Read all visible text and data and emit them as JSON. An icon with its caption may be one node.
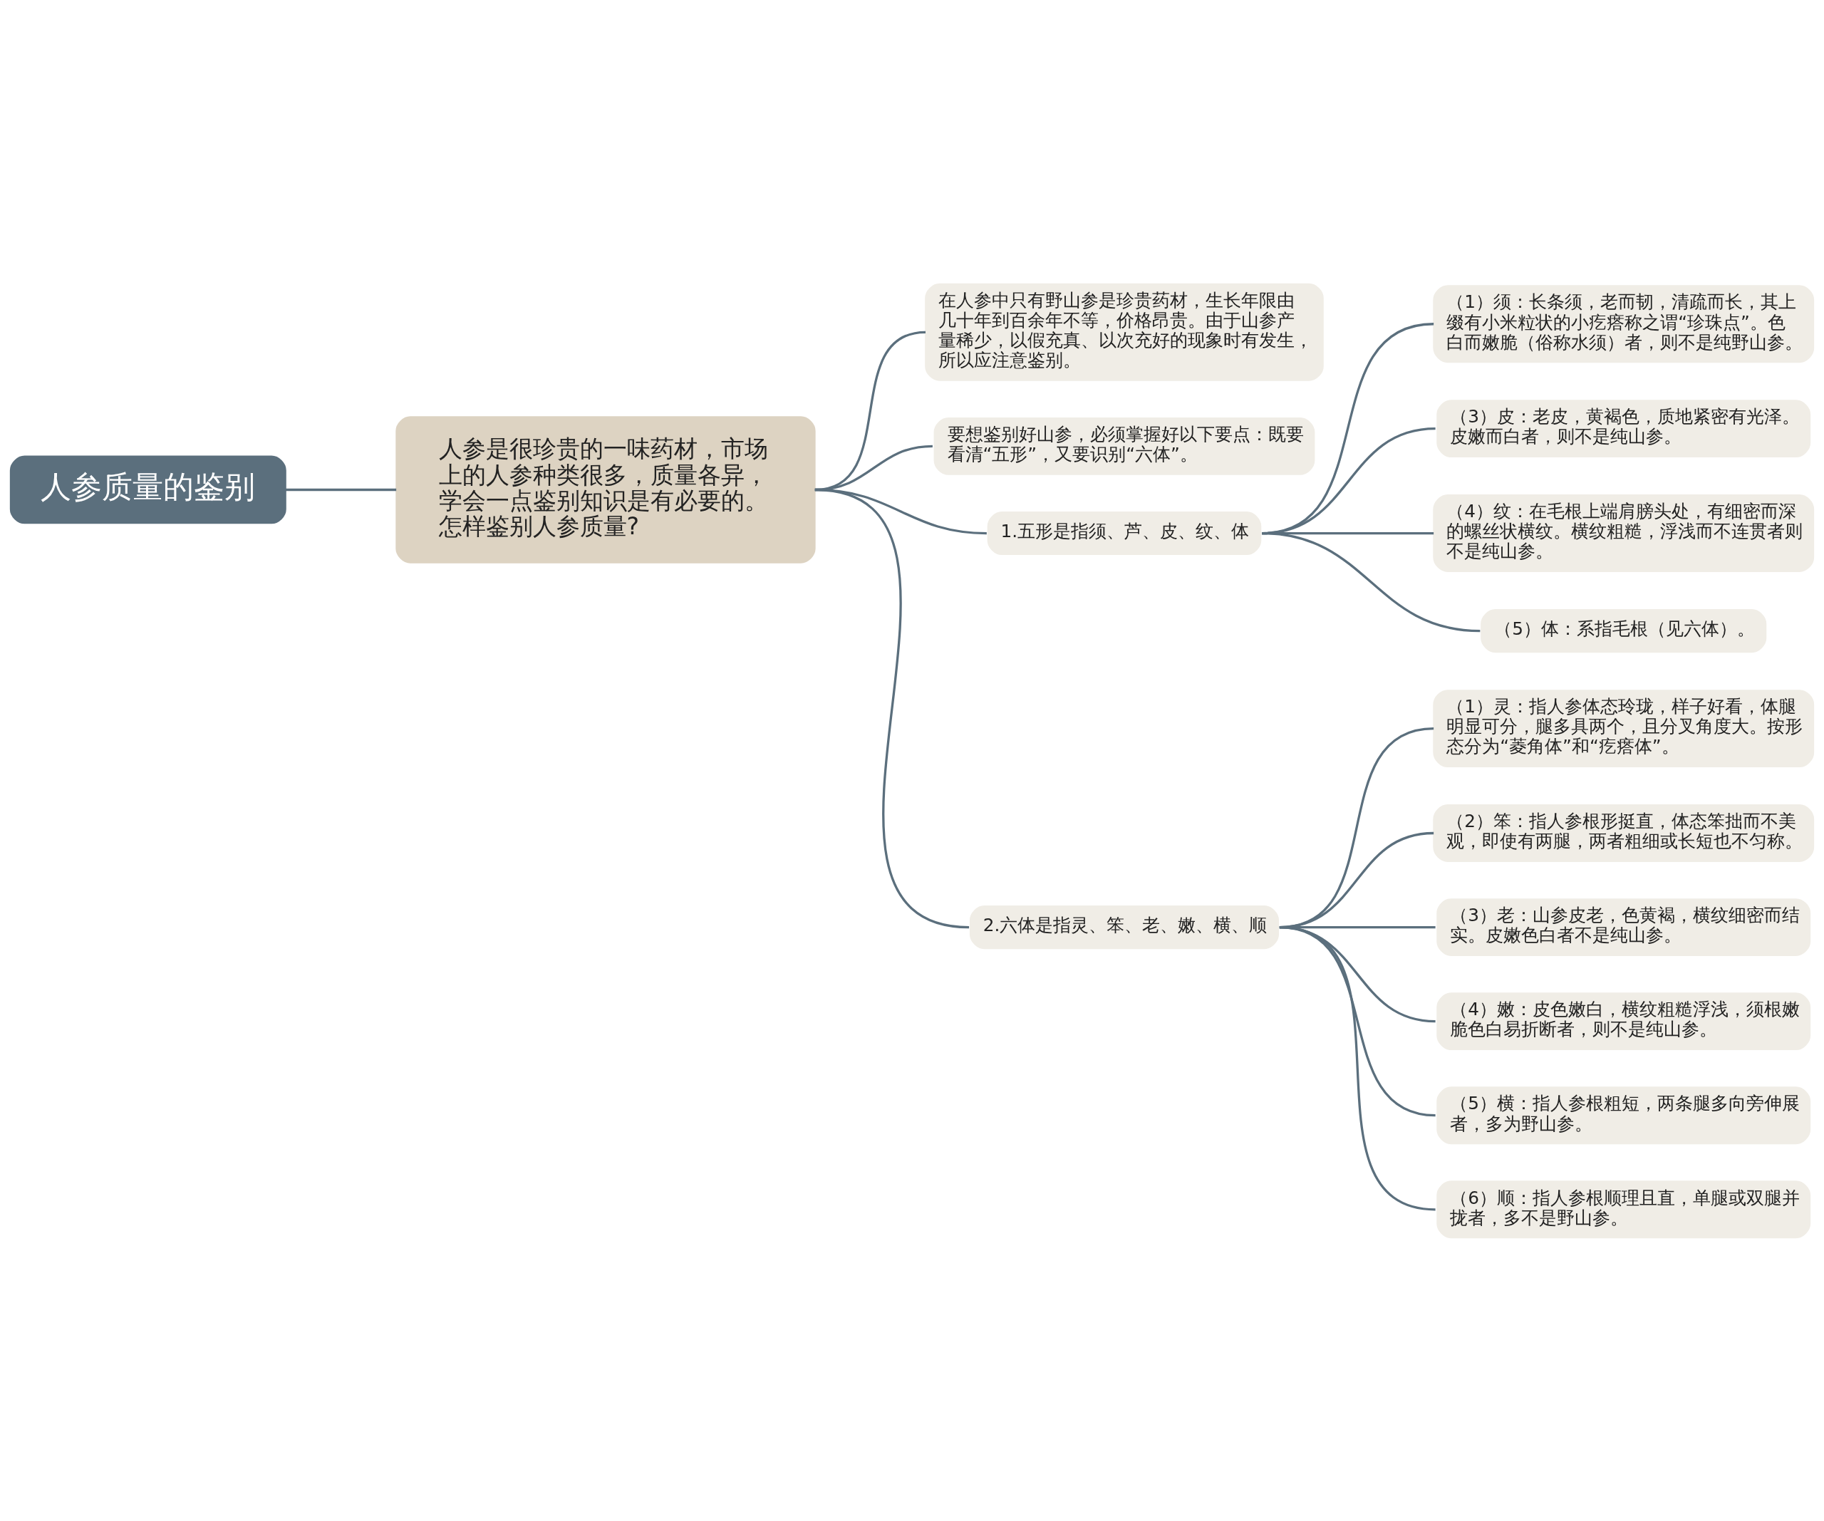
{
  "diagram": {
    "nodes": [
      {
        "text": [
          "人参质量的鉴别"
        ]
      },
      {
        "text": [
          "人参是很珍贵的一味药材，市场上的人参种类很多，质量各异，学会一点鉴别知识是有必要的。怎样鉴别人参质量?"
        ]
      },
      {
        "text": [
          "在人参中只有野山参是珍贵药材，生长年限由几十年到百余年不等，价格昂贵。由于山参产量稀少，以假充真、以次充好的现象时有发生，所以应注意鉴别。"
        ]
      },
      {
        "text": [
          "要想鉴别好山参，必须掌握好以下要点：既要看清“五形”，又要识别“六体”。"
        ]
      },
      {
        "text": [
          "1.五形是指须、芦、皮、纹、体"
        ]
      },
      {
        "text": [
          "（1）须：长条须，老而韧，清疏而长，其上缀有小米粒状的小疙瘩称之谓“珍珠点”。色白而嫩脆（俗称水须）者，则不是纯野山参。"
        ]
      },
      {
        "text": [
          "（3）皮：老皮，黄褐色，质地紧密有光泽。皮嫩而白者，则不是纯山参。"
        ]
      },
      {
        "text": [
          "（4）纹：在毛根上端肩膀头处，有细密而深的螺丝状横纹。横纹粗糙，浮浅而不连贯者则不是纯山参。"
        ]
      },
      {
        "text": [
          "（5）体：系指毛根（见六体）。"
        ]
      },
      {
        "text": [
          "2.六体是指灵、笨、老、嫩、横、顺"
        ]
      },
      {
        "text": [
          "（1）灵：指人参体态玲珑，样子好看，体腿明显可分，腿多具两个，且分叉角度大。按形态分为“菱角体”和“疙瘩体”。"
        ]
      },
      {
        "text": [
          "（2）笨：指人参根形挺直，体态笨拙而不美观，即使有两腿，两者粗细或长短也不匀称。"
        ]
      },
      {
        "text": [
          "（3）老：山参皮老，色黄褐，横纹细密而结实。皮嫩色白者不是纯山参。"
        ]
      },
      {
        "text": [
          "（4）嫩：皮色嫩白，横纹粗糙浮浅，须根嫩脆色白易折断者，则不是纯山参。"
        ]
      },
      {
        "text": [
          "（5）横：指人参根粗短，两条腿多向旁伸展者，多为野山参。"
        ]
      },
      {
        "text": [
          "（6）顺：指人参根顺理且直，单腿或双腿并拢者，多不是野山参。"
        ]
      }
    ],
    "edges": [
      {
        "from": 0,
        "to": 1,
        "arrow": "none"
      },
      {
        "from": 1,
        "to": 2,
        "arrow": "none"
      },
      {
        "from": 1,
        "to": 3,
        "arrow": "none"
      },
      {
        "from": 1,
        "to": 4,
        "arrow": "none"
      },
      {
        "from": 1,
        "to": 9,
        "arrow": "none"
      },
      {
        "from": 4,
        "to": 5,
        "arrow": "none"
      },
      {
        "from": 4,
        "to": 6,
        "arrow": "none"
      },
      {
        "from": 4,
        "to": 7,
        "arrow": "none"
      },
      {
        "from": 4,
        "to": 8,
        "arrow": "none"
      },
      {
        "from": 9,
        "to": 10,
        "arrow": "none"
      },
      {
        "from": 9,
        "to": 11,
        "arrow": "none"
      },
      {
        "from": 9,
        "to": 12,
        "arrow": "none"
      },
      {
        "from": 9,
        "to": 13,
        "arrow": "none"
      },
      {
        "from": 9,
        "to": 14,
        "arrow": "none"
      },
      {
        "from": 9,
        "to": 15,
        "arrow": "none"
      }
    ]
  }
}
